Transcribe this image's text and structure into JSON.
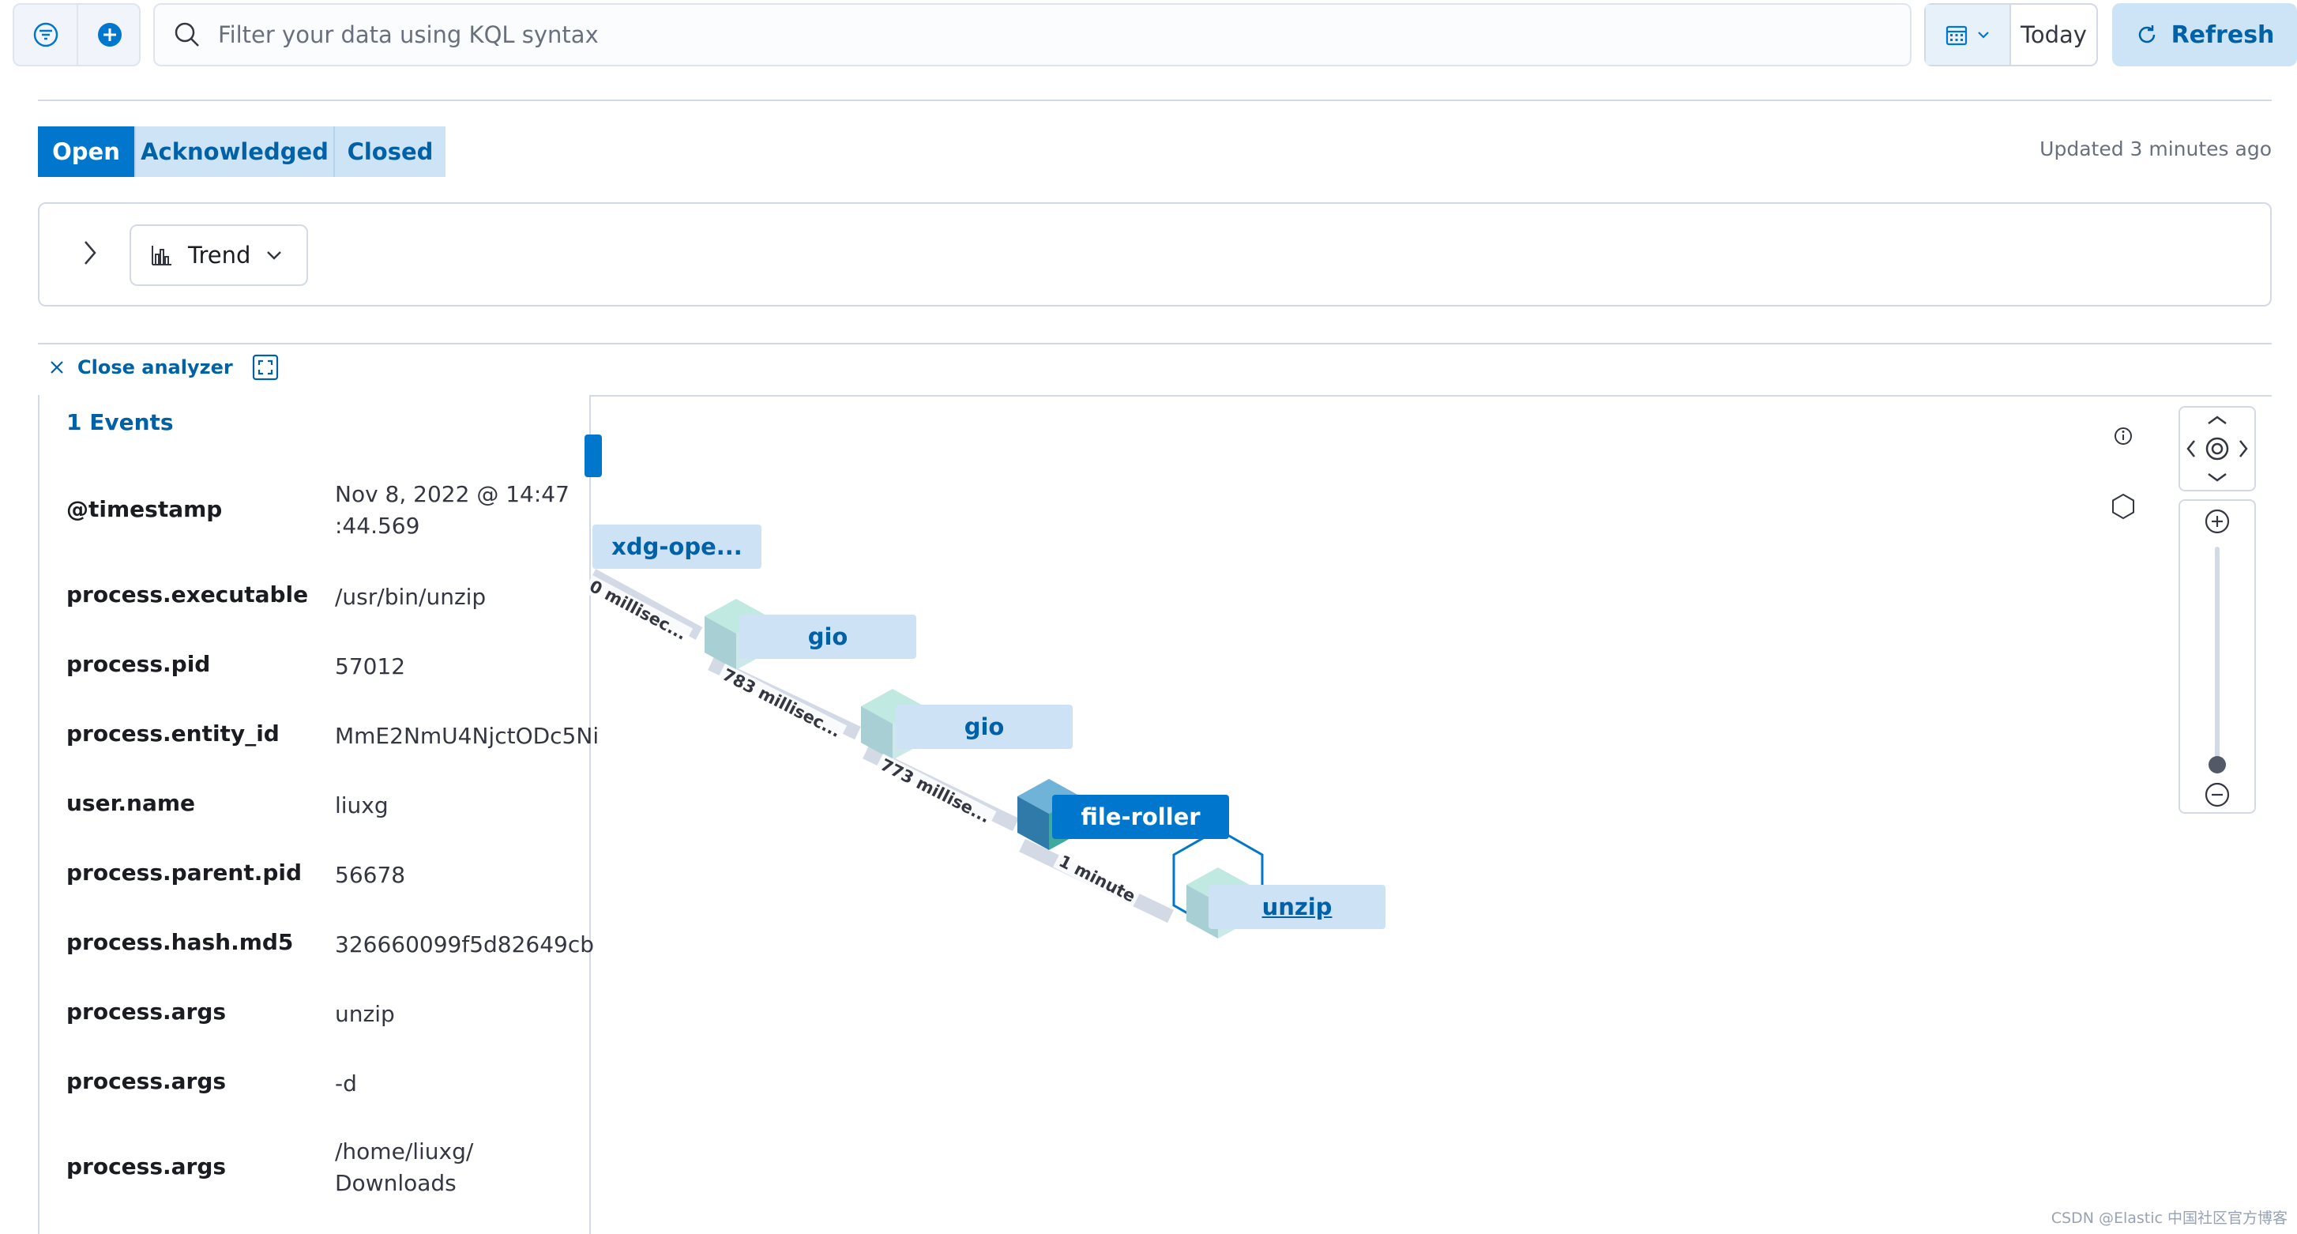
{
  "query_bar": {
    "search_placeholder": "Filter your data using KQL syntax",
    "date_label": "Today",
    "refresh_label": "Refresh"
  },
  "status_tabs": [
    {
      "label": "Open",
      "active": true
    },
    {
      "label": "Acknowledged",
      "active": false
    },
    {
      "label": "Closed",
      "active": false
    }
  ],
  "updated_text": "Updated 3 minutes ago",
  "trend": {
    "label": "Trend"
  },
  "analyzer": {
    "close_label": "Close analyzer"
  },
  "events_panel": {
    "title": "1 Events",
    "rows": [
      {
        "key": "@timestamp",
        "value": "Nov 8, 2022 @ 14:47\n:44.569"
      },
      {
        "key": "process.executable",
        "value": "/usr/bin/unzip"
      },
      {
        "key": "process.pid",
        "value": "57012"
      },
      {
        "key": "process.entity_id",
        "value": "MmE2NmU4NjctODc5Ni"
      },
      {
        "key": "user.name",
        "value": "liuxg"
      },
      {
        "key": "process.parent.pid",
        "value": "56678"
      },
      {
        "key": "process.hash.md5",
        "value": "326660099f5d82649cb"
      },
      {
        "key": "process.args",
        "value": "unzip"
      },
      {
        "key": "process.args",
        "value": "-d"
      },
      {
        "key": "process.args",
        "value": "/home/liuxg/\nDownloads"
      }
    ]
  },
  "graph": {
    "nodes": [
      {
        "label": "xdg-ope...",
        "selected": false
      },
      {
        "label": "gio",
        "selected": false
      },
      {
        "label": "gio",
        "selected": false
      },
      {
        "label": "file-roller",
        "selected": true
      },
      {
        "label": "unzip",
        "selected": false,
        "origin": true
      }
    ],
    "edges": [
      "0 millisec...",
      "783 millisec...",
      "773 millise...",
      "1 minute"
    ]
  },
  "colors": {
    "primary": "#0077cc",
    "primary_light": "#cce4f5",
    "text_link": "#0061a6",
    "border": "#d3dae6"
  },
  "watermark": "CSDN @Elastic 中国社区官方博客"
}
